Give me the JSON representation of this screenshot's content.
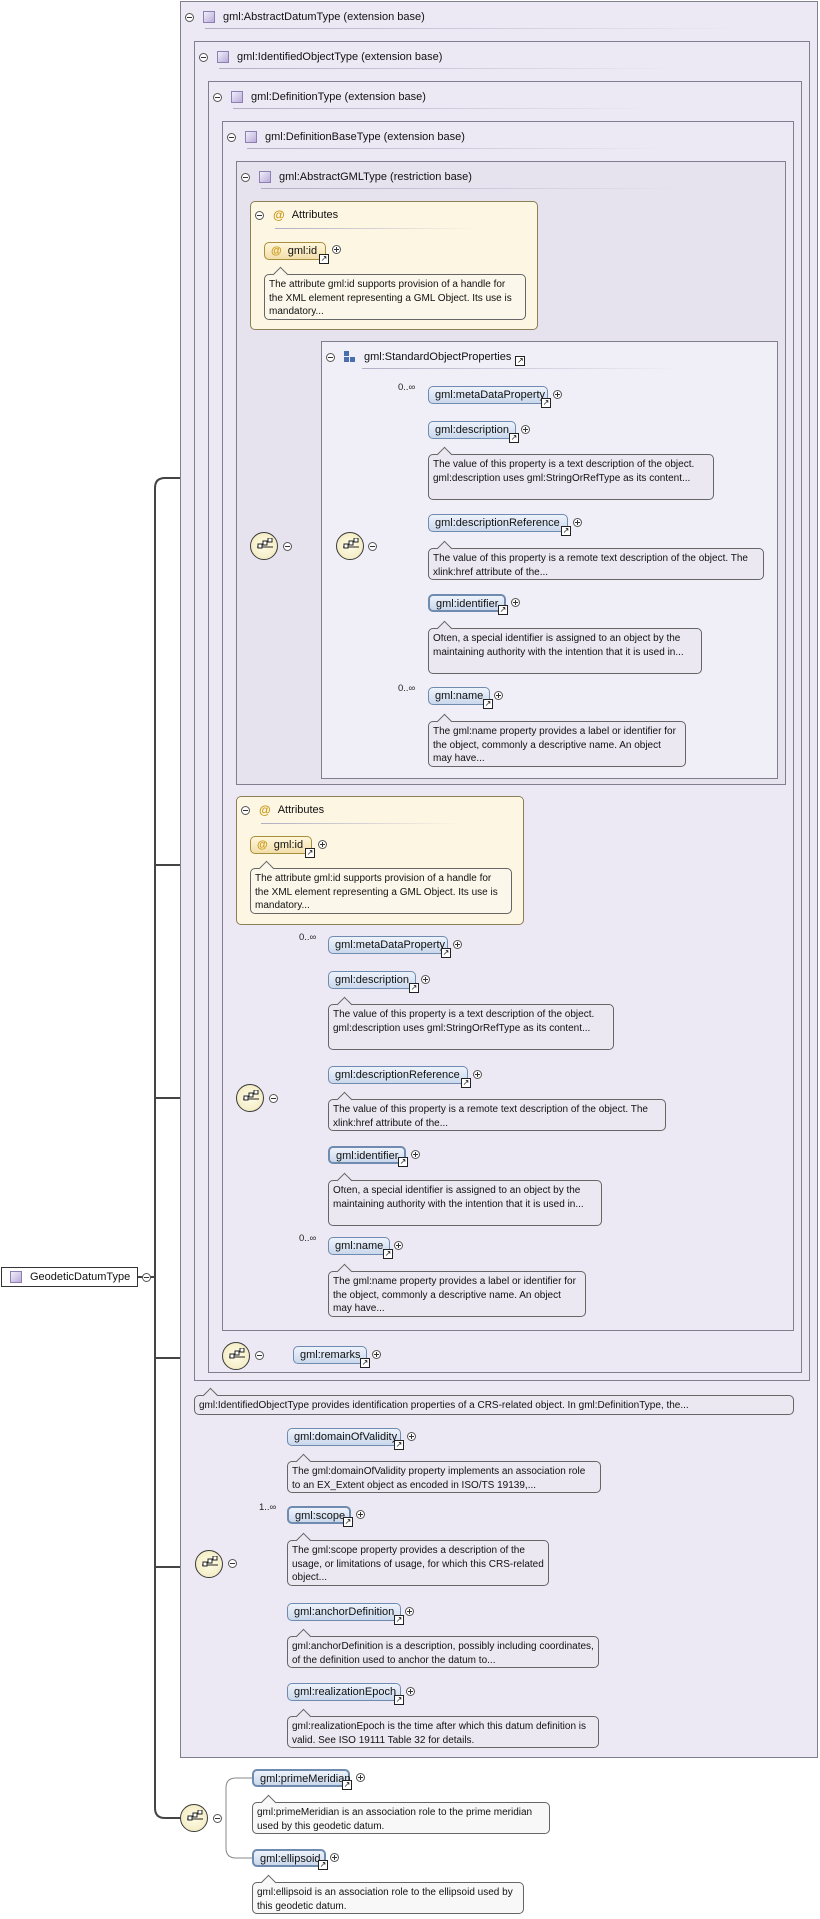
{
  "root": {
    "label": "GeodeticDatumType"
  },
  "types": {
    "abstract_datum": "gml:AbstractDatumType (extension base)",
    "identified_object": "gml:IdentifiedObjectType (extension base)",
    "definition": "gml:DefinitionType (extension base)",
    "definition_base": "gml:DefinitionBaseType (extension base)",
    "abstract_gml": "gml:AbstractGMLType (restriction base)"
  },
  "attributes": {
    "header": "Attributes",
    "id_label": "gml:id",
    "id_doc": "The attribute gml:id supports provision of a handle for the XML element representing a GML Object. Its use is mandatory..."
  },
  "standard_group": {
    "label": "gml:StandardObjectProperties"
  },
  "cardinality": {
    "many": "0..∞",
    "one_many": "1..∞"
  },
  "props": {
    "metaDataProperty": "gml:metaDataProperty",
    "description": "gml:description",
    "description_doc": "The value of this property is a text description of the object. gml:description uses gml:StringOrRefType as its content...",
    "descriptionReference": "gml:descriptionReference",
    "descriptionReference_doc": "The value of this property is a remote text description of the object. The xlink:href attribute of the...",
    "identifier": "gml:identifier",
    "identifier_doc": "Often, a special identifier is assigned to an object by the maintaining authority with the intention that it is used in...",
    "name": "gml:name",
    "name_doc": "The gml:name property provides a label or identifier for the object, commonly a descriptive name. An object may have...",
    "remarks": "gml:remarks"
  },
  "identified_doc": "gml:IdentifiedObjectType provides identification properties of a CRS-related object. In gml:DefinitionType, the...",
  "datum_props": {
    "domainOfValidity": "gml:domainOfValidity",
    "domainOfValidity_doc": "The gml:domainOfValidity property implements an association role to an EX_Extent object as encoded in ISO/TS 19139,...",
    "scope": "gml:scope",
    "scope_doc": "The gml:scope property provides a description of the usage, or limitations of usage, for which this CRS-related object...",
    "anchorDefinition": "gml:anchorDefinition",
    "anchorDefinition_doc": "gml:anchorDefinition is a description, possibly including coordinates, of the definition used to anchor the datum to...",
    "realizationEpoch": "gml:realizationEpoch",
    "realizationEpoch_doc": "gml:realizationEpoch is the time after which this datum definition is valid. See ISO 19111 Table 32 for details."
  },
  "geodetic_props": {
    "primeMeridian": "gml:primeMeridian",
    "primeMeridian_doc": "gml:primeMeridian is an association role to the prime meridian used by this geodetic datum.",
    "ellipsoid": "gml:ellipsoid",
    "ellipsoid_doc": "gml:ellipsoid is an association role to the ellipsoid used by this geodetic datum."
  },
  "icons": {
    "collapse": "minus-circle-icon",
    "expand": "plus-circle-icon",
    "type": "complex-type-icon",
    "group": "model-group-icon",
    "sequence": "sequence-compositor-icon",
    "link": "link-arrow-icon",
    "attribute": "at-sign-icon"
  },
  "colors": {
    "type_box": "#ece9f4",
    "attribute_box": "#fdf6e3",
    "element_fill": "#cad8ec",
    "element_border": "#6f8bb0",
    "attribute_accent": "#c99712"
  }
}
